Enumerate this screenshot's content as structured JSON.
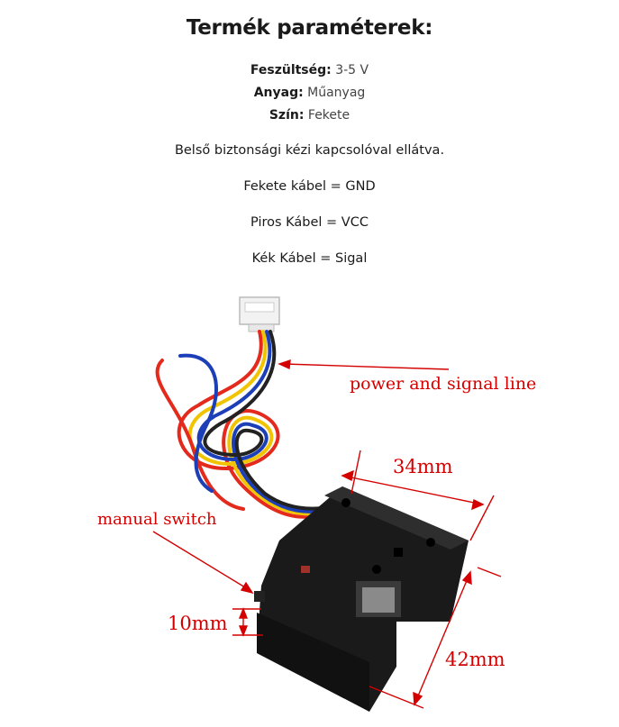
{
  "title": "Termék paraméterek:",
  "specs": [
    {
      "key": "Feszültség:",
      "value": "3-5 V"
    },
    {
      "key": "Anyag:",
      "value": "Műanyag"
    },
    {
      "key": "Szín:",
      "value": "Fekete"
    }
  ],
  "lines": [
    "Belső biztonsági kézi kapcsolóval ellátva.",
    "Fekete kábel = GND",
    "Piros Kábel = VCC",
    "Kék Kábel = Sigal"
  ],
  "figure": {
    "power_label": "power and signal line",
    "switch_label": "manual switch",
    "dim_width": "34mm",
    "dim_length": "42mm",
    "dim_height": "10mm"
  }
}
